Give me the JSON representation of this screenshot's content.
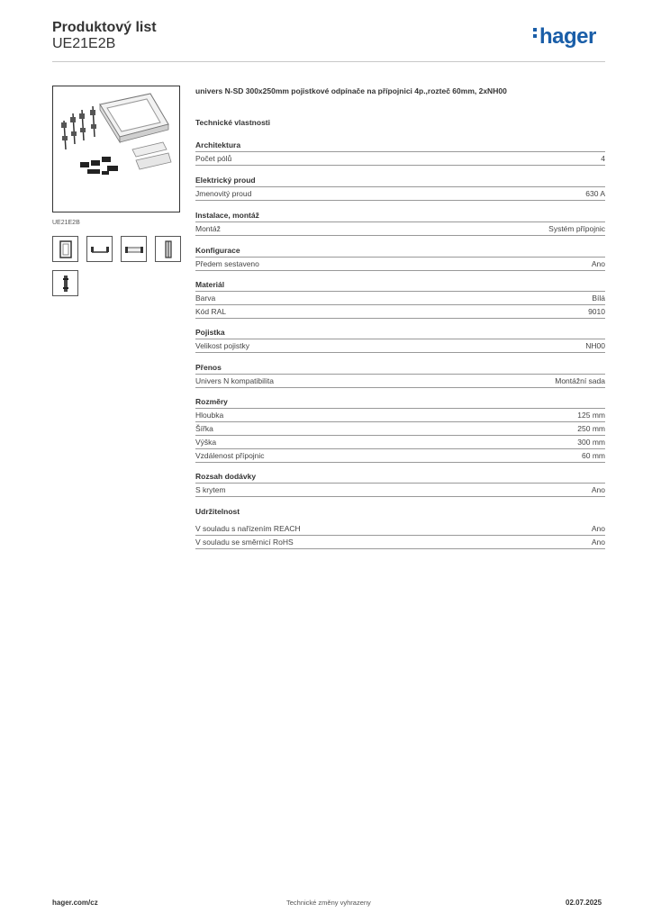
{
  "header": {
    "title": "Produktový list",
    "product_code": "UE21E2B",
    "logo_text": "hager",
    "brand_color": "#1a5ea8"
  },
  "image_panel": {
    "caption": "UE21E2B",
    "thumbnails": [
      "frame-front-icon",
      "busbar-holder-icon",
      "cover-strip-icon",
      "side-profile-icon",
      "vertical-rail-icon"
    ]
  },
  "product": {
    "description": "univers N-SD 300x250mm pojistkové odpínače na přípojnici 4p.,rozteč 60mm, 2xNH00",
    "section_heading": "Technické vlastnosti"
  },
  "groups": [
    {
      "title": "Architektura",
      "rows": [
        {
          "label": "Počet pólů",
          "value": "4"
        }
      ]
    },
    {
      "title": "Elektrický proud",
      "rows": [
        {
          "label": "Jmenovitý proud",
          "value": "630 A"
        }
      ]
    },
    {
      "title": "Instalace, montáž",
      "rows": [
        {
          "label": "Montáž",
          "value": "Systém přípojnic"
        }
      ]
    },
    {
      "title": "Konfigurace",
      "rows": [
        {
          "label": "Předem sestaveno",
          "value": "Ano"
        }
      ]
    },
    {
      "title": "Materiál",
      "rows": [
        {
          "label": "Barva",
          "value": "Bílá"
        },
        {
          "label": "Kód RAL",
          "value": "9010"
        }
      ]
    },
    {
      "title": "Pojistka",
      "rows": [
        {
          "label": "Velikost pojistky",
          "value": "NH00"
        }
      ]
    },
    {
      "title": "Přenos",
      "rows": [
        {
          "label": "Univers N kompatibilita",
          "value": "Montážní sada"
        }
      ]
    },
    {
      "title": "Rozměry",
      "rows": [
        {
          "label": "Hloubka",
          "value": "125 mm"
        },
        {
          "label": "Šířka",
          "value": "250 mm"
        },
        {
          "label": "Výška",
          "value": "300 mm"
        },
        {
          "label": "Vzdálenost přípojnic",
          "value": "60 mm"
        }
      ]
    },
    {
      "title": "Rozsah dodávky",
      "rows": [
        {
          "label": "S krytem",
          "value": "Ano"
        }
      ]
    },
    {
      "title": "Udržitelnost",
      "rows": [
        {
          "label": "V souladu s nařízením REACH",
          "value": "Ano"
        },
        {
          "label": "V souladu se směrnicí RoHS",
          "value": "Ano"
        }
      ]
    }
  ],
  "footer": {
    "website": "hager.com/cz",
    "disclaimer": "Technické změny vyhrazeny",
    "date": "02.07.2025"
  }
}
